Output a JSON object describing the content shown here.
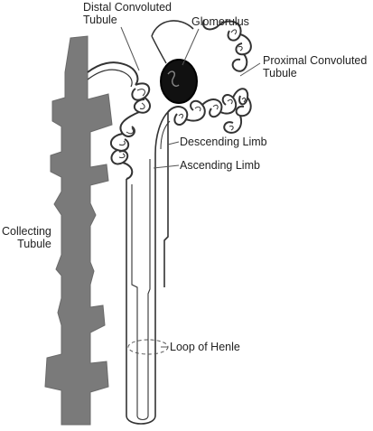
{
  "labels": {
    "distal_line1": "Distal Convoluted",
    "distal_line2": "Tubule",
    "glomerulus": "Glomerulus",
    "proximal_line1": "Proximal Convoluted",
    "proximal_line2": "Tubule",
    "descending_limb": "Descending Limb",
    "ascending_limb": "Ascending Limb",
    "collecting_line1": "Collecting",
    "collecting_line2": "Tubule",
    "loop_of_henle": "Loop of Henle"
  },
  "colors": {
    "collecting_duct": "#7a7a7a",
    "glomerulus": "#111111",
    "tubule_stroke": "#333333",
    "leader_line": "#555555",
    "text": "#222222"
  }
}
